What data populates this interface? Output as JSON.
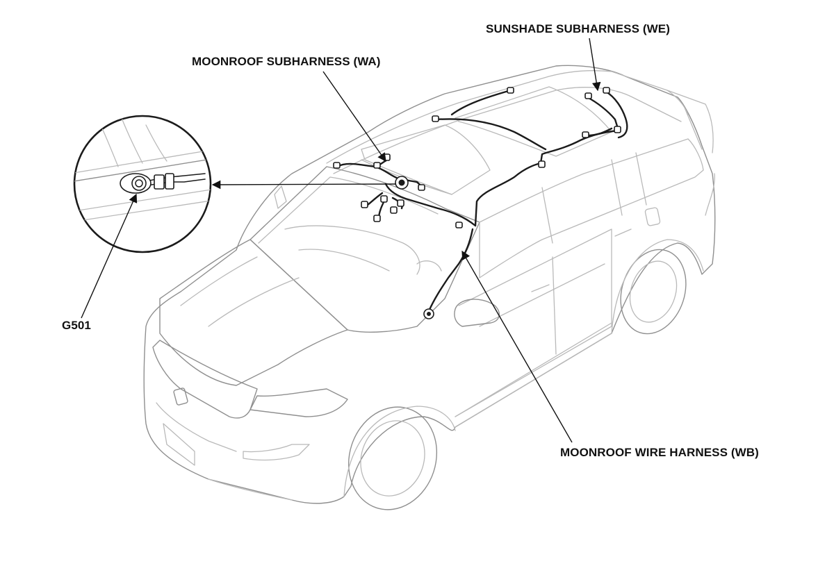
{
  "callouts": {
    "sunshade": "SUNSHADE SUBHARNESS (WE)",
    "moonroof_sub": "MOONROOF SUBHARNESS (WA)",
    "ground": "G501",
    "moonroof_wire": "MOONROOF WIRE HARNESS (WB)"
  },
  "colors": {
    "harness": "#1b1b1b",
    "vehicle_outline": "#b9b9b9",
    "text": "#111111"
  }
}
